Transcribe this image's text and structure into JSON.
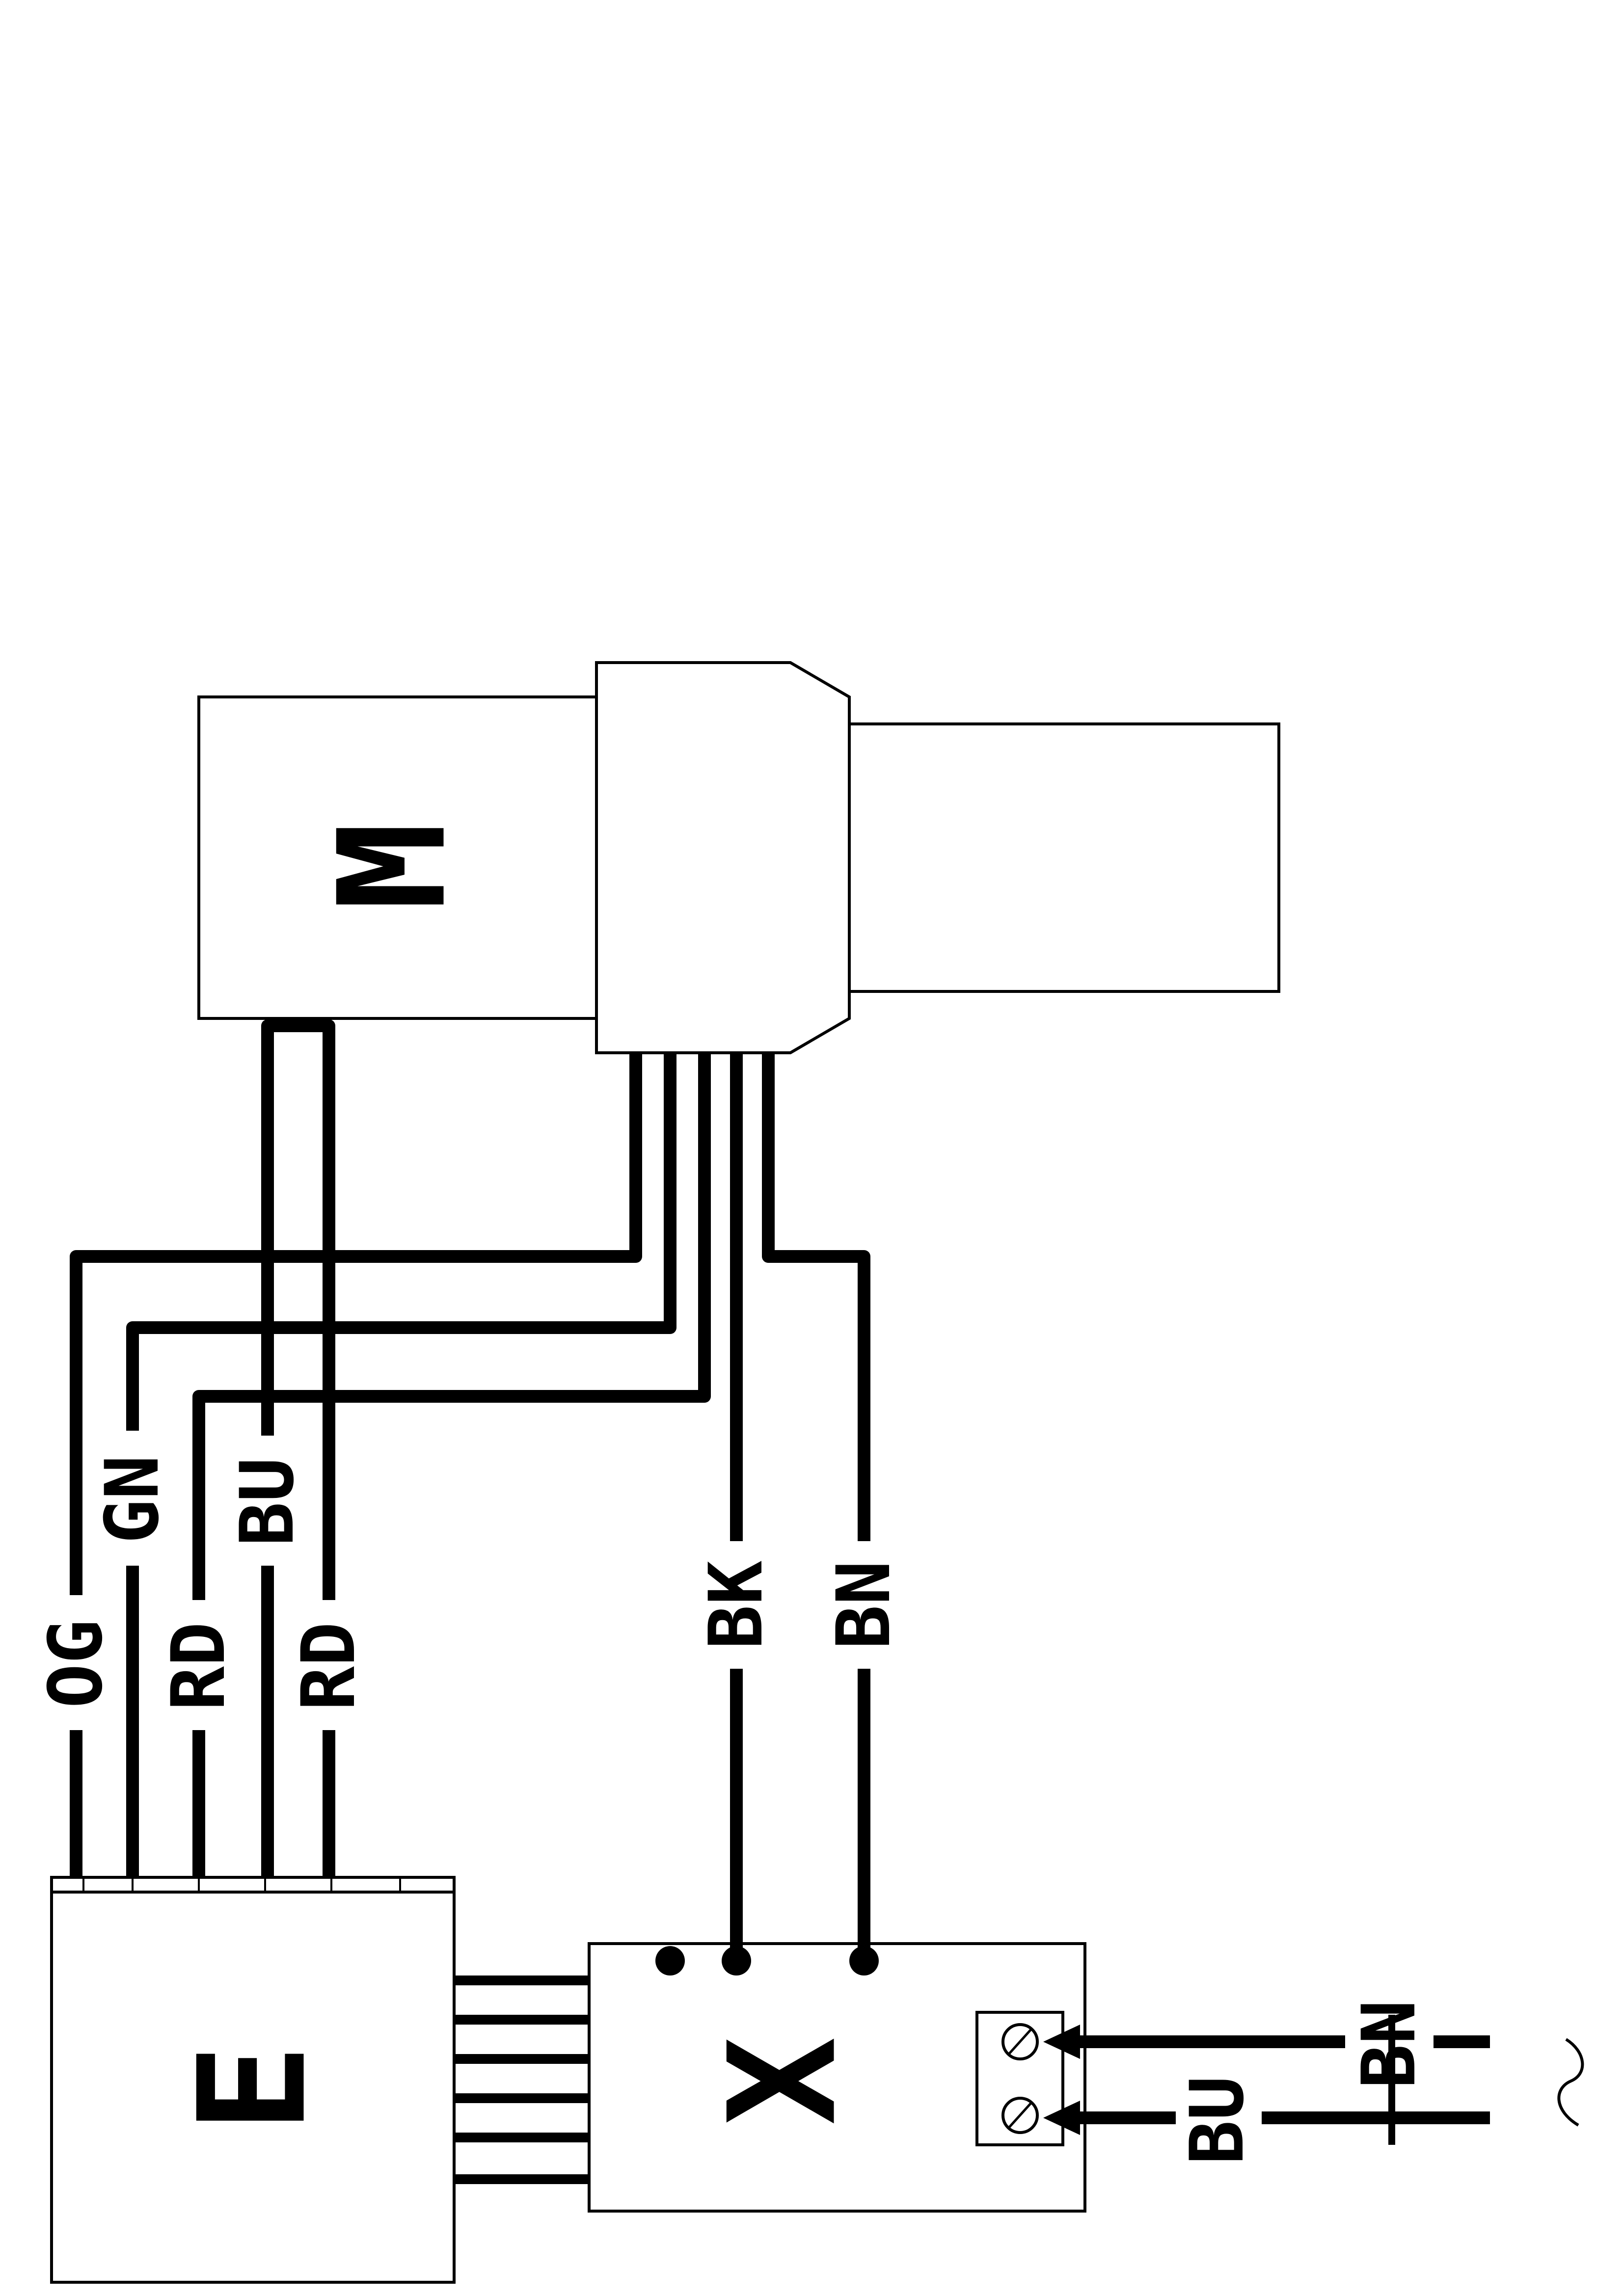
{
  "colors": {
    "ink": "#000000",
    "paper": "#ffffff"
  },
  "components": {
    "motor": {
      "letter": "M"
    },
    "electronics": {
      "letter": "E"
    },
    "connector": {
      "letter": "X"
    }
  },
  "wires": {
    "og": "OG",
    "gn": "GN",
    "rd_1": "RD",
    "bu_1": "BU",
    "rd_2": "RD",
    "bk": "BK",
    "bn_1": "BN",
    "bn_2": "BN",
    "bu_2": "BU"
  },
  "supply": {
    "symbol": "~"
  }
}
